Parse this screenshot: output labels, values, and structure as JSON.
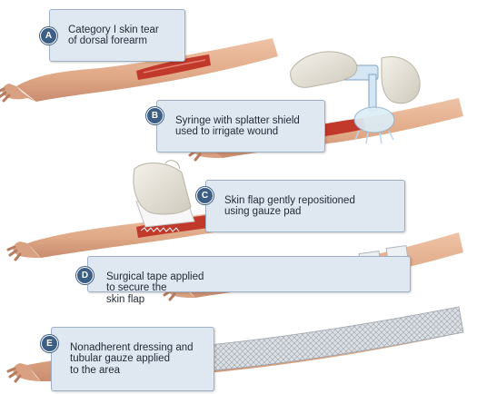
{
  "steps": [
    {
      "letter": "A",
      "text": "Category I skin tear\nof dorsal forearm"
    },
    {
      "letter": "B",
      "text": "Syringe with splatter shield\nused to irrigate wound"
    },
    {
      "letter": "C",
      "text": "Skin flap gently repositioned\nusing gauze pad"
    },
    {
      "letter": "D",
      "text": "Surgical tape applied\nto secure the\nskin flap"
    },
    {
      "letter": "E",
      "text": "Nonadherent dressing and\ntubular gauze applied\nto the area"
    }
  ],
  "colors": {
    "skin": "#e6b497",
    "skin_shadow": "#c98d6f",
    "wound": "#c0392b",
    "callout_bg": "#dfe7f0",
    "badge": "#3d5f86"
  }
}
